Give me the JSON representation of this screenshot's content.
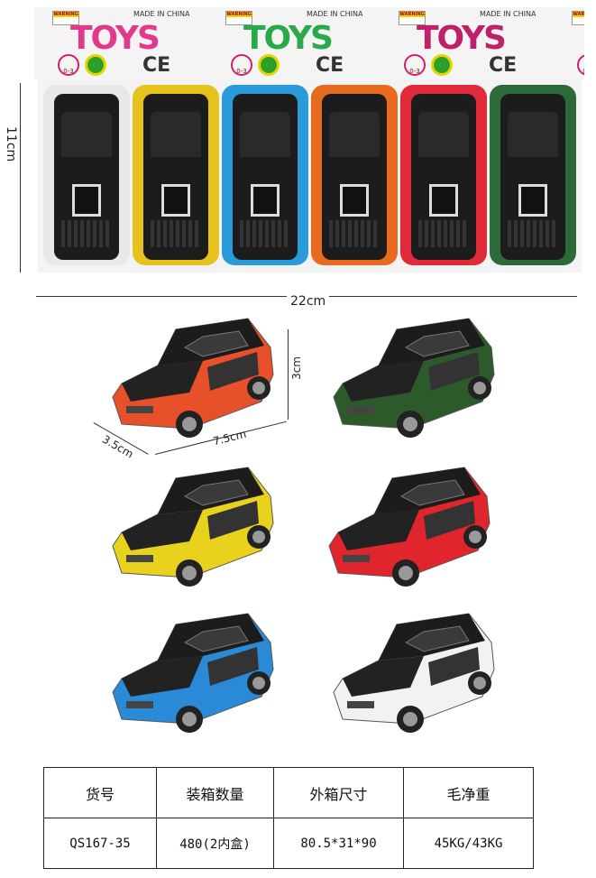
{
  "banner": {
    "made_in": "MADE IN CHINA",
    "brand": "TOYS",
    "warning": "WARNING",
    "ce": "CE",
    "age": "0-3",
    "segments": [
      {
        "toys_color": "#e23a8a"
      },
      {
        "toys_color": "#2aa84a"
      },
      {
        "toys_color": "#c0206a"
      },
      {
        "toys_color": "#1eaa40"
      }
    ]
  },
  "tray": {
    "slot_colors": [
      "#e8e8e8",
      "#e6c21c",
      "#2a9ad8",
      "#e86a1e",
      "#e02a3a",
      "#2c6a3a"
    ]
  },
  "dimensions": {
    "height": "11cm",
    "width": "22cm",
    "car_height": "3cm",
    "car_width": "3.5cm",
    "car_length": "7.5cm"
  },
  "cars": [
    {
      "color": "#e8502a"
    },
    {
      "color": "#2d5a2a"
    },
    {
      "color": "#e8d21e"
    },
    {
      "color": "#e0262c"
    },
    {
      "color": "#2a8ad8"
    },
    {
      "color": "#f2f2f2"
    }
  ],
  "spec_table": {
    "headers": [
      "货号",
      "装箱数量",
      "外箱尺寸",
      "毛净重"
    ],
    "values": [
      "QS167-35",
      "480(2内盒)",
      "80.5*31*90",
      "45KG/43KG"
    ]
  }
}
